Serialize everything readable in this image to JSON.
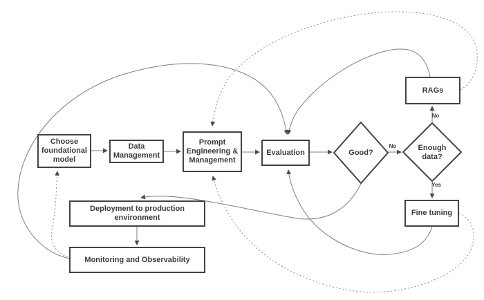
{
  "diagram": {
    "nodes": {
      "choose": {
        "label": "Choose foundational model",
        "shape": "rect"
      },
      "data_mgmt": {
        "label": "Data Management",
        "shape": "rect"
      },
      "prompt": {
        "label": "Prompt Engineering & Management",
        "shape": "rect"
      },
      "evaluation": {
        "label": "Evaluation",
        "shape": "rect"
      },
      "good": {
        "label": "Good?",
        "shape": "diamond"
      },
      "enough_data": {
        "label": "Enough data?",
        "shape": "diamond"
      },
      "rags": {
        "label": "RAGs",
        "shape": "rect"
      },
      "fine_tuning": {
        "label": "Fine tuning",
        "shape": "rect"
      },
      "deployment": {
        "label": "Deployment to production environment",
        "shape": "rect"
      },
      "monitoring": {
        "label": "Monitoring and Observability",
        "shape": "rect"
      }
    },
    "edge_labels": {
      "good_to_enough_no": "No",
      "enough_to_rags_no": "No",
      "enough_to_fine_yes": "Yes"
    },
    "edges": [
      {
        "from": "Choose foundational model",
        "to": "Data Management",
        "style": "solid",
        "label": ""
      },
      {
        "from": "Data Management",
        "to": "Prompt Engineering & Management",
        "style": "solid",
        "label": ""
      },
      {
        "from": "Prompt Engineering & Management",
        "to": "Evaluation",
        "style": "solid",
        "label": ""
      },
      {
        "from": "Evaluation",
        "to": "Good?",
        "style": "solid",
        "label": ""
      },
      {
        "from": "Good?",
        "to": "Enough data?",
        "style": "solid",
        "label": "No"
      },
      {
        "from": "Enough data?",
        "to": "RAGs",
        "style": "solid",
        "label": "No"
      },
      {
        "from": "Enough data?",
        "to": "Fine tuning",
        "style": "solid",
        "label": "Yes"
      },
      {
        "from": "Good?",
        "to": "Deployment to production environment",
        "style": "solid",
        "label": ""
      },
      {
        "from": "Deployment to production environment",
        "to": "Monitoring and Observability",
        "style": "solid",
        "label": ""
      },
      {
        "from": "RAGs",
        "to": "Evaluation",
        "style": "solid",
        "label": ""
      },
      {
        "from": "Fine tuning",
        "to": "Evaluation",
        "style": "solid",
        "label": ""
      },
      {
        "from": "Monitoring and Observability",
        "to": "Evaluation",
        "style": "solid",
        "label": ""
      },
      {
        "from": "Monitoring and Observability",
        "to": "Choose foundational model",
        "style": "dotted",
        "label": ""
      },
      {
        "from": "RAGs",
        "to": "Prompt Engineering & Management",
        "style": "dotted",
        "label": ""
      },
      {
        "from": "Fine tuning",
        "to": "Prompt Engineering & Management",
        "style": "dotted",
        "label": ""
      }
    ],
    "colors": {
      "background": "#ffffff",
      "node_border": "#474240",
      "node_text": "#3d3a38",
      "edge_line": "#7d7d7d",
      "arrowhead": "#4c4c4c"
    }
  }
}
